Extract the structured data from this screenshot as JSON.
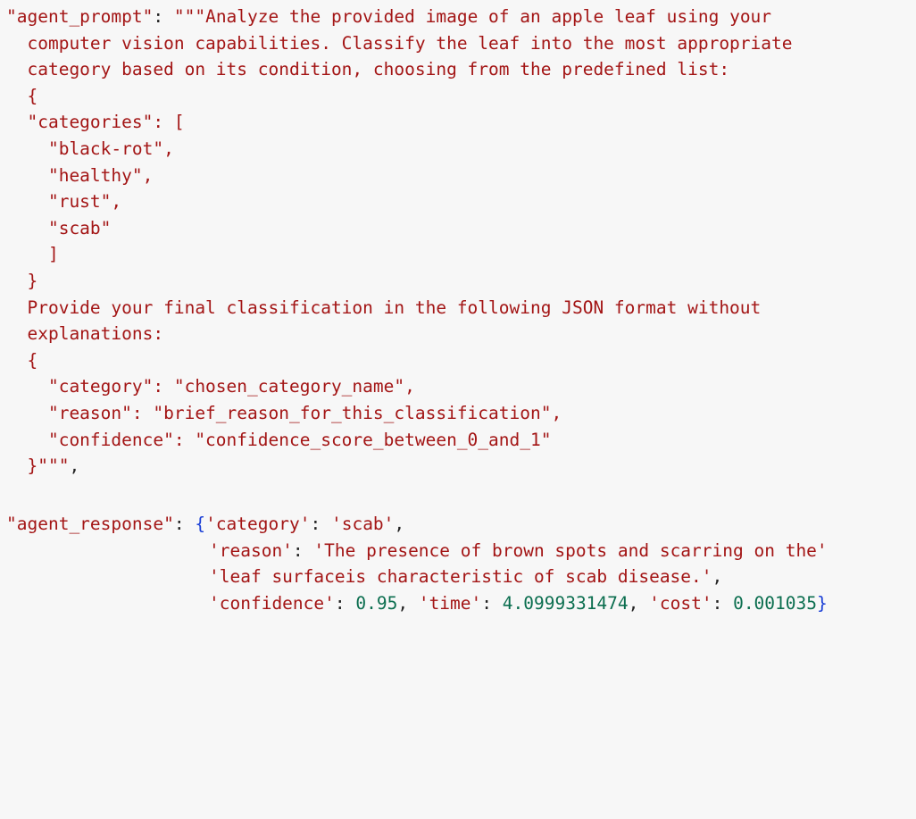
{
  "code_block": {
    "prompt_key": "\"agent_prompt\"",
    "prompt_lines": [
      "\"\"\"Analyze the provided image of an apple leaf using your",
      "  computer vision capabilities. Classify the leaf into the most appropriate",
      "  category based on its condition, choosing from the predefined list:",
      "  {",
      "  \"categories\": [",
      "    \"black-rot\",",
      "    \"healthy\",",
      "    \"rust\",",
      "    \"scab\"",
      "    ]",
      "  }",
      "  Provide your final classification in the following JSON format without",
      "  explanations:",
      "  {",
      "    \"category\": \"chosen_category_name\",",
      "    \"reason\": \"brief_reason_for_this_classification\",",
      "    \"confidence\": \"confidence_score_between_0_and_1\"",
      "  }\"\"\""
    ],
    "response_key": "\"agent_response\"",
    "response": {
      "category_key": "'category'",
      "category_val": "'scab'",
      "reason_key": "'reason'",
      "reason_line1": "'The presence of brown spots and scarring on the'",
      "reason_line2": "'leaf surfaceis characteristic of scab disease.'",
      "confidence_key": "'confidence'",
      "confidence_val": "0.95",
      "time_key": "'time'",
      "time_val": "4.0999331474",
      "cost_key": "'cost'",
      "cost_val": "0.001035"
    }
  },
  "colors": {
    "string": "#a31515",
    "number": "#0b6e4f",
    "brace": "#1a3fd6",
    "background": "#f7f7f7"
  }
}
